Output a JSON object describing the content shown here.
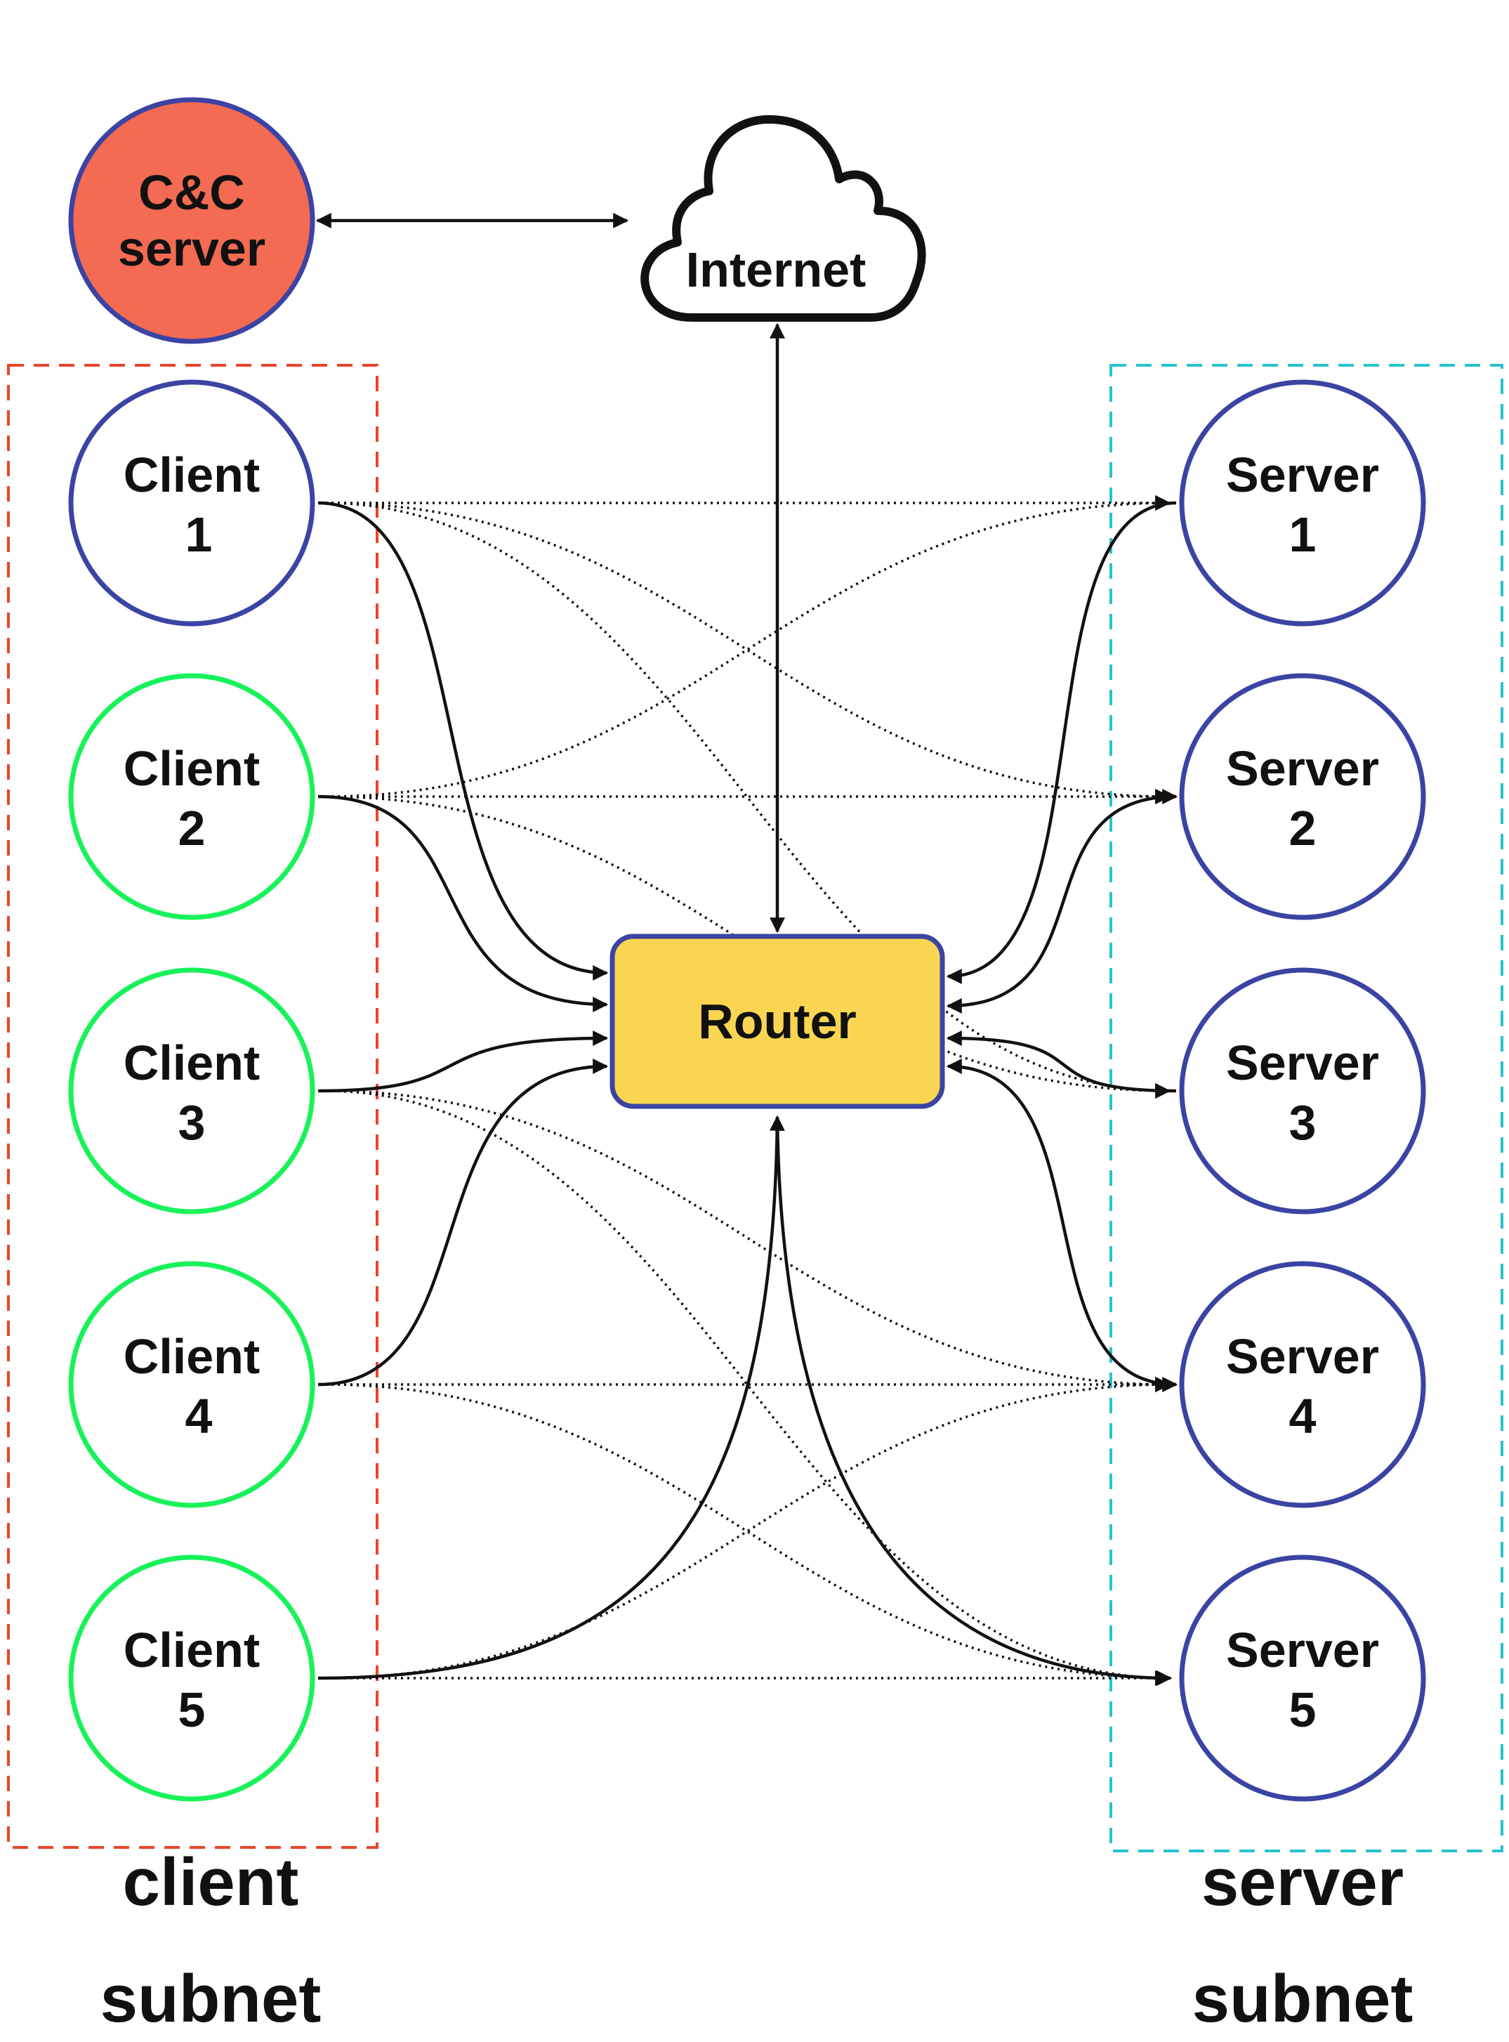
{
  "colors": {
    "cnc_fill": "#f26b52",
    "node_border_blue": "#3b43a3",
    "infected_border": "#18f25a",
    "router_fill": "#f9d552",
    "client_subnet_border": "#e9452a",
    "server_subnet_border": "#27c3cc",
    "edge": "#111111"
  },
  "nodes": {
    "cnc": {
      "line1": "C&C",
      "line2": "server"
    },
    "internet": {
      "label": "Internet",
      "icon": "cloud-icon"
    },
    "router": {
      "label": "Router"
    },
    "clients": [
      {
        "line1": "Client",
        "line2": "1",
        "status": "normal"
      },
      {
        "line1": "Client",
        "line2": "2",
        "status": "infected"
      },
      {
        "line1": "Client",
        "line2": "3",
        "status": "infected"
      },
      {
        "line1": "Client",
        "line2": "4",
        "status": "infected"
      },
      {
        "line1": "Client",
        "line2": "5",
        "status": "infected"
      }
    ],
    "servers": [
      {
        "line1": "Server",
        "line2": "1"
      },
      {
        "line1": "Server",
        "line2": "2"
      },
      {
        "line1": "Server",
        "line2": "3"
      },
      {
        "line1": "Server",
        "line2": "4"
      },
      {
        "line1": "Server",
        "line2": "5"
      }
    ]
  },
  "subnets": {
    "client": {
      "line1": "client",
      "line2": "subnet"
    },
    "server": {
      "line1": "server",
      "line2": "subnet"
    }
  },
  "edges": {
    "solid": [
      {
        "from": "cnc",
        "to": "internet",
        "bidirectional": true
      },
      {
        "from": "internet",
        "to": "router",
        "bidirectional": true
      },
      {
        "from": "client1",
        "to": "router"
      },
      {
        "from": "client2",
        "to": "router"
      },
      {
        "from": "client3",
        "to": "router"
      },
      {
        "from": "client4",
        "to": "router"
      },
      {
        "from": "client5",
        "to": "router"
      },
      {
        "from": "server1",
        "to": "router"
      },
      {
        "from": "server2",
        "to": "router",
        "bidirectional": true
      },
      {
        "from": "server3",
        "to": "router"
      },
      {
        "from": "server4",
        "to": "router",
        "bidirectional": true
      },
      {
        "from": "router",
        "to": "server5"
      }
    ],
    "dotted": [
      {
        "from": "client1",
        "to": "server1"
      },
      {
        "from": "client1",
        "to": "server2"
      },
      {
        "from": "client1",
        "to": "server3"
      },
      {
        "from": "client2",
        "to": "server1"
      },
      {
        "from": "client2",
        "to": "server2"
      },
      {
        "from": "client2",
        "to": "server3"
      },
      {
        "from": "client3",
        "to": "server4"
      },
      {
        "from": "client3",
        "to": "server5"
      },
      {
        "from": "client4",
        "to": "server4"
      },
      {
        "from": "client4",
        "to": "server5"
      },
      {
        "from": "client5",
        "to": "server4"
      },
      {
        "from": "client5",
        "to": "server5"
      }
    ]
  }
}
